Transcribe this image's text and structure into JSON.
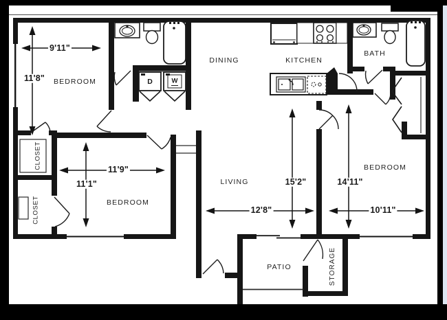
{
  "floorplan": {
    "rooms": {
      "bedroom_top_left": "BEDROOM",
      "bedroom_bottom_left": "BEDROOM",
      "bedroom_right": "BEDROOM",
      "dining": "DINING",
      "kitchen": "KITCHEN",
      "bath": "BATH",
      "living": "LIVING",
      "patio": "PATIO",
      "storage": "STORAGE",
      "closet_top": "CLOSET",
      "closet_bottom": "CLOSET"
    },
    "appliances": {
      "dryer": "D",
      "washer": "W"
    },
    "dimensions": {
      "bedroom_top_left_width": "9'11\"",
      "bedroom_top_left_height": "11'8\"",
      "bedroom_bottom_left_width": "11'9\"",
      "bedroom_bottom_left_height": "11'1\"",
      "living_height": "15'2\"",
      "living_width": "12'8\"",
      "bedroom_right_height": "14'11\"",
      "bedroom_right_width": "10'11\""
    },
    "colors": {
      "wall": "#161616",
      "text": "#1a1a1a",
      "background": "#ffffff",
      "frame": "#000000"
    }
  }
}
